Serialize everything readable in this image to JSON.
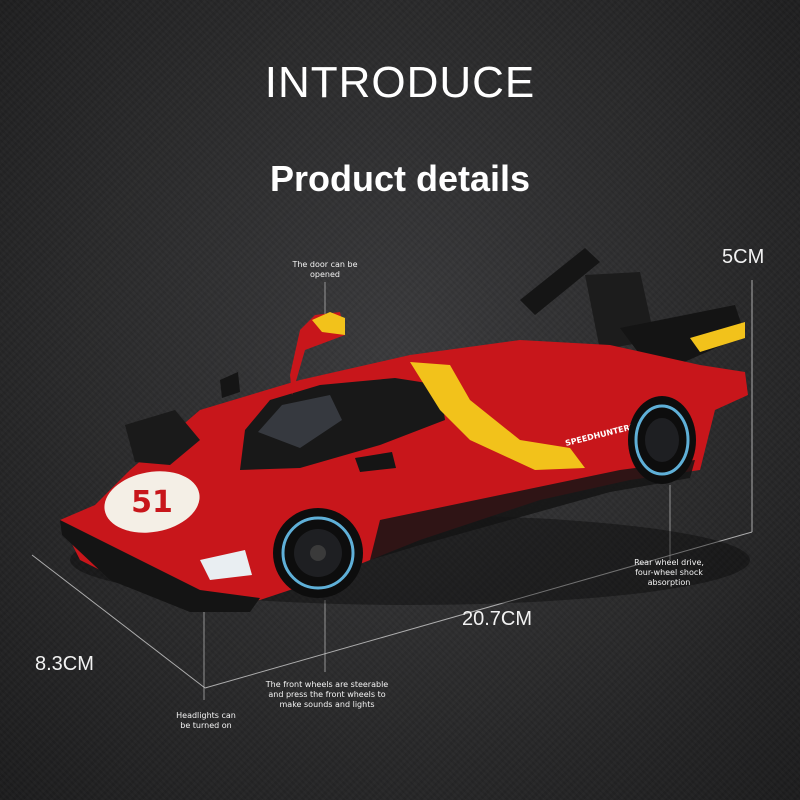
{
  "header": {
    "title": "INTRODUCE",
    "subtitle": "Product details"
  },
  "dimensions": {
    "height": "5CM",
    "length": "20.7CM",
    "width": "8.3CM"
  },
  "notes": {
    "door": [
      "The door can be",
      "opened"
    ],
    "rear_wheel": [
      "Rear wheel drive,",
      "four-wheel shock",
      "absorption"
    ],
    "front_wheels": [
      "The front wheels are steerable",
      "and press the front wheels to",
      "make sounds and lights"
    ],
    "headlights": [
      "Headlights can",
      "be turned on"
    ]
  },
  "car_markings": {
    "number": "51",
    "side_text": "SPEEDHUNTERS"
  },
  "colors": {
    "body": "#c8161b",
    "accent": "#f2c21b",
    "background": "#2f2f30"
  }
}
